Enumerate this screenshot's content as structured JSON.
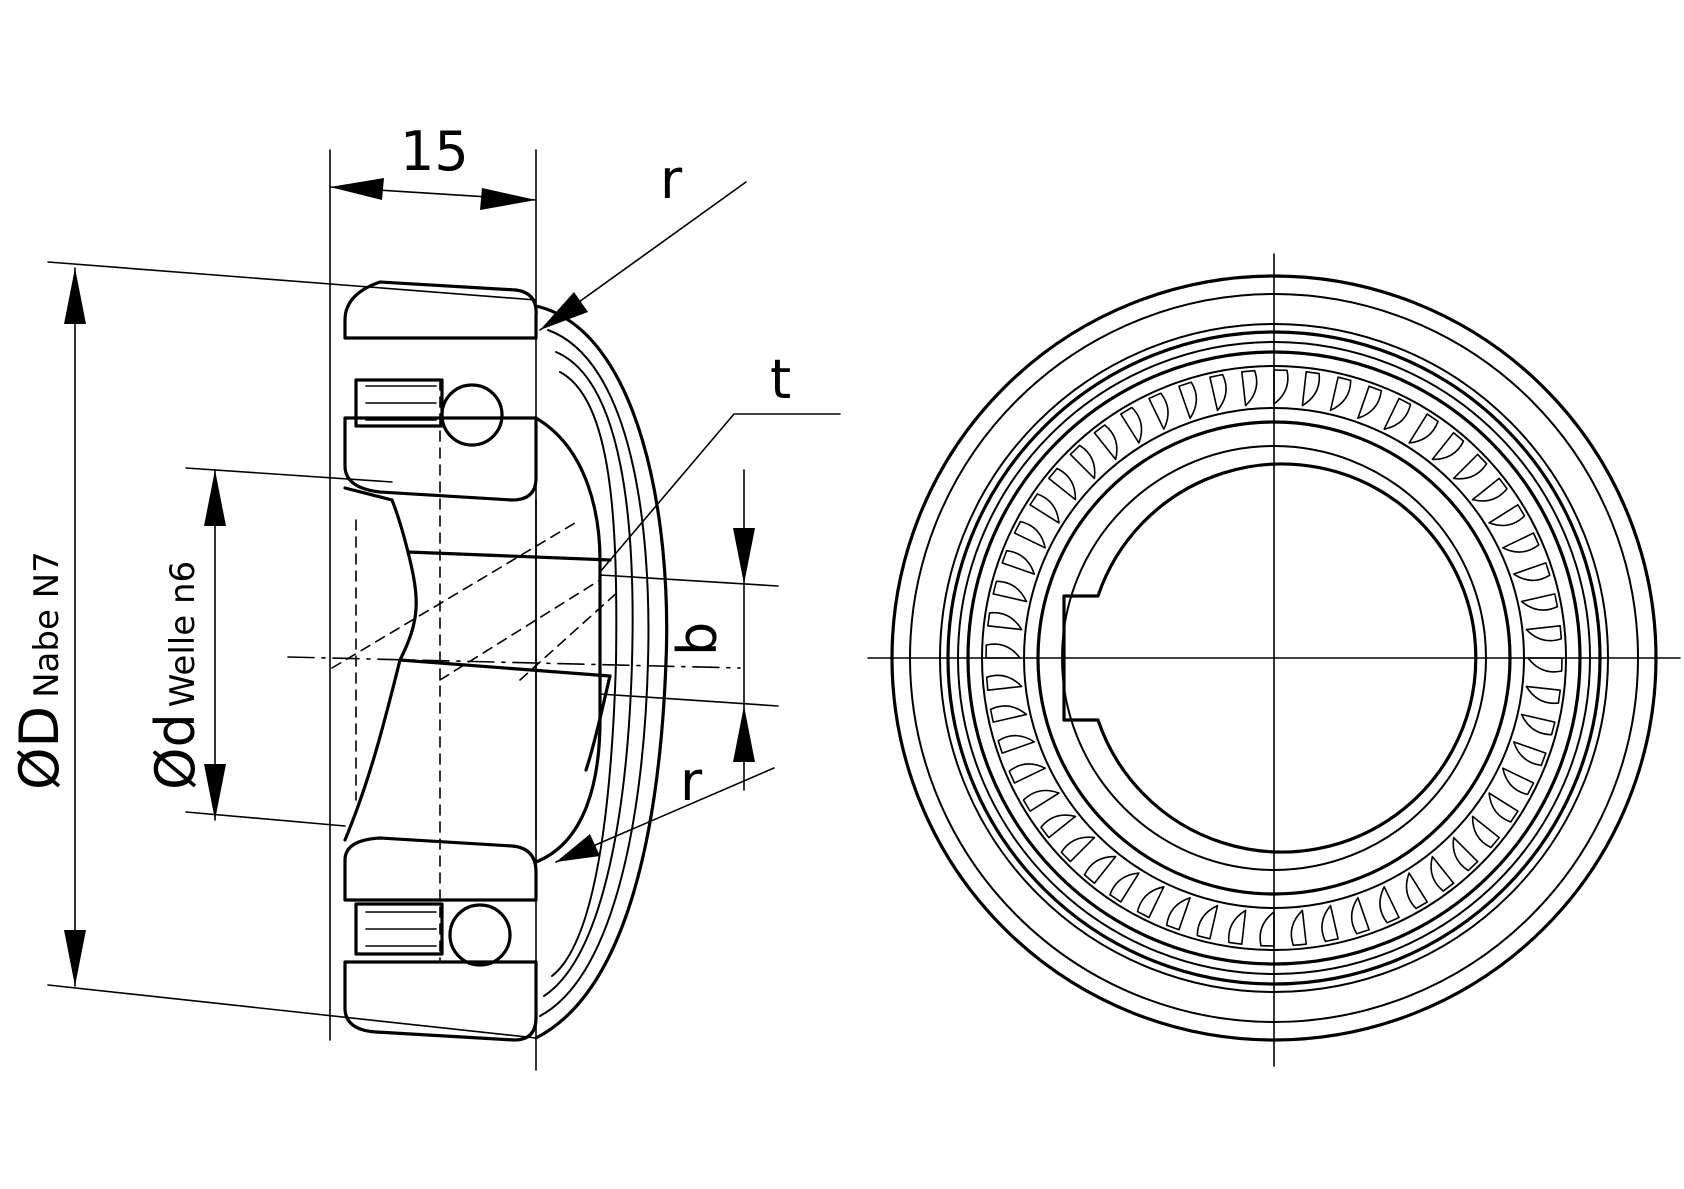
{
  "labels": {
    "width_value": "15",
    "radius_top": "r",
    "radius_bottom": "r",
    "keyway_depth": "t",
    "keyway_width": "b",
    "outer_diameter_symbol": "ØD",
    "outer_diameter_fit": "Nabe N7",
    "inner_diameter_symbol": "Ød",
    "inner_diameter_fit": "Welle n6"
  },
  "colors": {
    "line": "#000000",
    "background": "#ffffff"
  }
}
